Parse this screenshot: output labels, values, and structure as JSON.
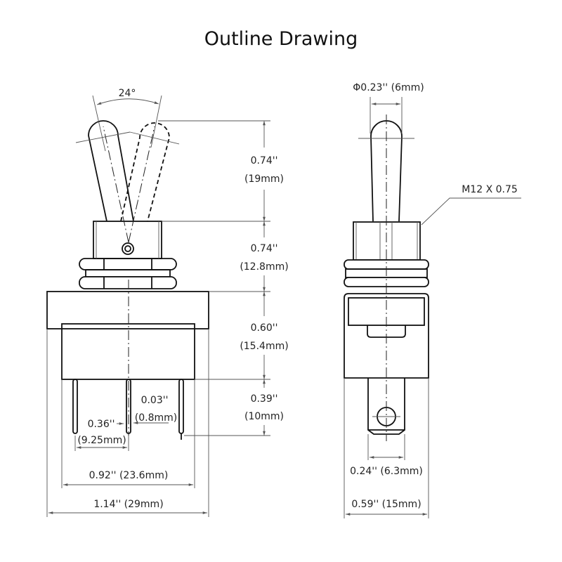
{
  "title": "Outline Drawing",
  "front_view": {
    "angle": "24°",
    "lever_height": {
      "inch": "0.74''",
      "mm": "(19mm)"
    },
    "bushing_height": {
      "inch": "0.74''",
      "mm": "(12.8mm)"
    },
    "body_height": {
      "inch": "0.60''",
      "mm": "(15.4mm)"
    },
    "pin_length": {
      "inch": "0.39''",
      "mm": "(10mm)"
    },
    "pin_thickness": {
      "inch": "0.03''",
      "mm": "(0.8mm)"
    },
    "pin_pitch": {
      "inch": "0.36''",
      "mm": "(9.25mm)"
    },
    "housing_width": "0.92'' (23.6mm)",
    "overall_width": "1.14'' (29mm)"
  },
  "side_view": {
    "lever_diameter": "Φ0.23'' (6mm)",
    "thread": "M12 X 0.75",
    "terminal_width": "0.24'' (6.3mm)",
    "overall_width": "0.59'' (15mm)"
  }
}
